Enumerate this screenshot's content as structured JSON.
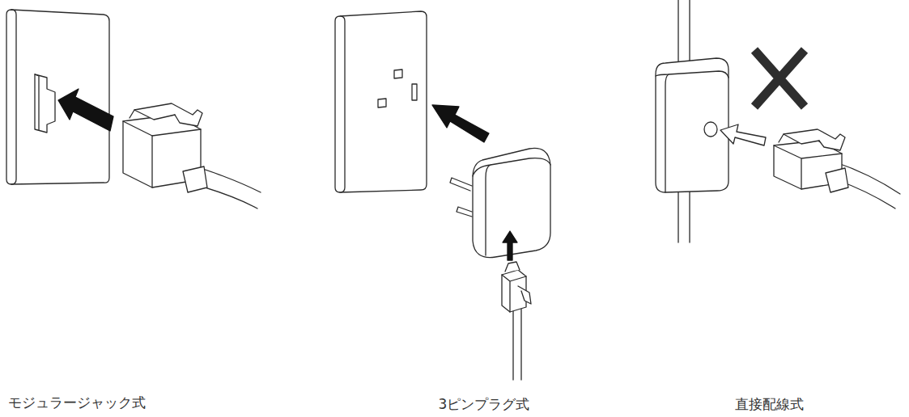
{
  "diagram": {
    "labels": [
      "モジュラージャック式",
      "3ピンプラグ式",
      "直接配線式"
    ]
  }
}
